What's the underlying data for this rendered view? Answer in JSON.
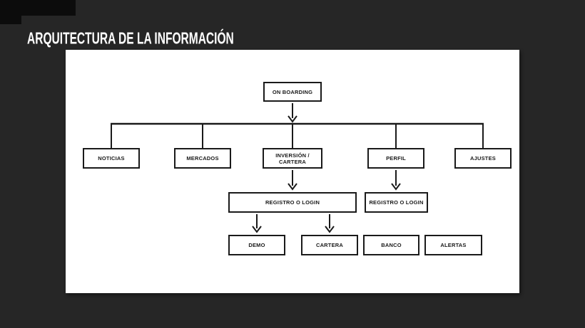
{
  "slide": {
    "title": "ARQUITECTURA DE LA INFORMACIÓN",
    "background_color": "#262626",
    "corner_accent_color": "#0c0c0c",
    "canvas_color": "#ffffff",
    "line_color": "#1a1a1a"
  },
  "diagram": {
    "type": "tree",
    "nodes": [
      {
        "id": "onboarding",
        "label": "ON BOARDING"
      },
      {
        "id": "noticias",
        "label": "NOTICIAS"
      },
      {
        "id": "mercados",
        "label": "MERCADOS"
      },
      {
        "id": "inversion-cartera",
        "label": "INVERSIÓN / CARTERA"
      },
      {
        "id": "perfil",
        "label": "PERFIL"
      },
      {
        "id": "ajustes",
        "label": "AJUSTES"
      },
      {
        "id": "registro-login-inversion",
        "label": "REGISTRO O LOGIN"
      },
      {
        "id": "registro-login-perfil",
        "label": "REGISTRO O LOGIN"
      },
      {
        "id": "demo",
        "label": "DEMO"
      },
      {
        "id": "cartera",
        "label": "CARTERA"
      },
      {
        "id": "banco",
        "label": "BANCO"
      },
      {
        "id": "alertas",
        "label": "ALERTAS"
      }
    ],
    "edges": [
      {
        "from": "onboarding",
        "to": "noticias"
      },
      {
        "from": "onboarding",
        "to": "mercados"
      },
      {
        "from": "onboarding",
        "to": "inversion-cartera"
      },
      {
        "from": "onboarding",
        "to": "perfil"
      },
      {
        "from": "onboarding",
        "to": "ajustes"
      },
      {
        "from": "inversion-cartera",
        "to": "registro-login-inversion"
      },
      {
        "from": "perfil",
        "to": "registro-login-perfil"
      },
      {
        "from": "registro-login-inversion",
        "to": "demo"
      },
      {
        "from": "registro-login-inversion",
        "to": "cartera"
      }
    ]
  }
}
